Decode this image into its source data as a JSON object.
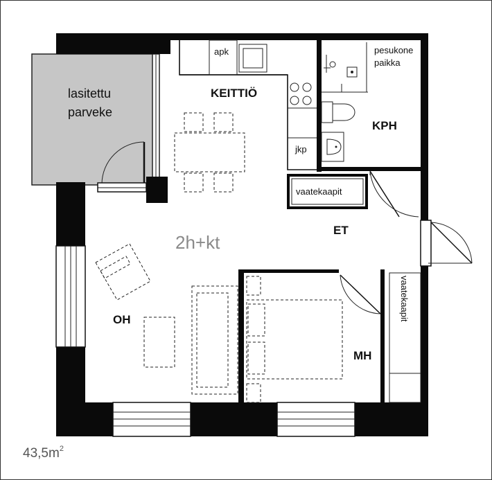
{
  "plan": {
    "apartment_type": "2h+kt",
    "area_value": "43,5m",
    "area_unit_sup": "2"
  },
  "rooms": {
    "kitchen": "KEITTIÖ",
    "bathroom": "KPH",
    "hall": "ET",
    "living": "OH",
    "bedroom": "MH"
  },
  "balcony": {
    "line1": "lasitettu",
    "line2": "parveke"
  },
  "fixtures": {
    "dishwasher": "apk",
    "fridge": "jkp",
    "laundry_line1": "pesukone",
    "laundry_line2": "paikka",
    "wardrobe_hall": "vaatekaapit",
    "wardrobe_bedroom": "vaatekaapit"
  },
  "colors": {
    "wall": "#0a0a0a",
    "balcony_fill": "#c6c6c6",
    "floor": "#ffffff",
    "type_text": "#8a8a8a"
  }
}
